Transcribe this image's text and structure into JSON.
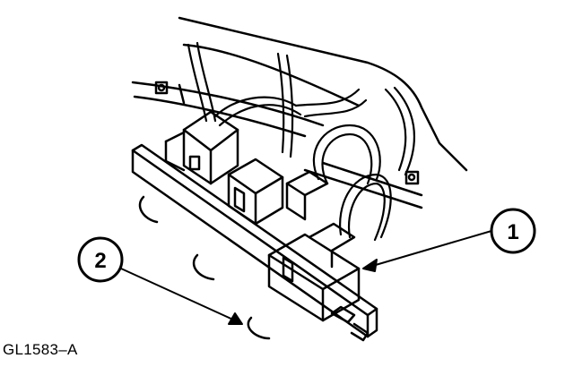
{
  "figure_id": "GL1583–A",
  "callouts": [
    {
      "number": "1"
    },
    {
      "number": "2"
    }
  ]
}
